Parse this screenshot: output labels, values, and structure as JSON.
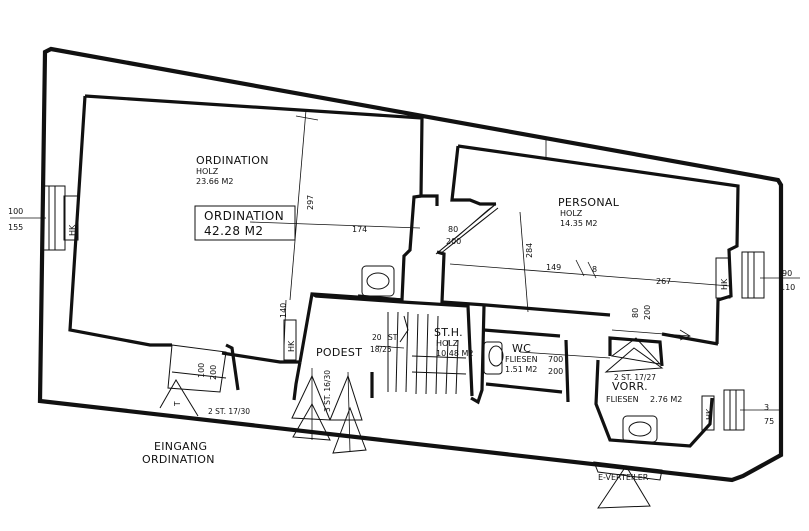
{
  "rooms": {
    "ordination": {
      "name": "ORDINATION",
      "floor": "HOLZ",
      "area": "23.66 M2"
    },
    "ordination_total": {
      "name": "ORDINATION",
      "area": "42.28 M2"
    },
    "personal": {
      "name": "PERSONAL",
      "floor": "HOLZ",
      "area": "14.35 M2"
    },
    "podest": {
      "name": "PODEST"
    },
    "sth": {
      "name": "ST.H.",
      "floor": "HOLZ",
      "area": "10.48 M2"
    },
    "wc": {
      "name": "WC",
      "floor": "FLIESEN",
      "area": "1.51 M2"
    },
    "vorr": {
      "name": "VORR.",
      "floor": "FLIESEN",
      "area": "2.76 M2"
    }
  },
  "labels": {
    "eingang_1": "EINGANG",
    "eingang_2": "ORDINATION",
    "verteiler": "E-VERTEILER",
    "hk": "HK"
  },
  "dimensions": {
    "d297": "297",
    "d174": "174",
    "d140": "140",
    "d80a": "80",
    "d200a": "200",
    "d284": "284",
    "d149": "149",
    "d8": "8",
    "d267": "267",
    "d80b": "80",
    "d200b": "200",
    "d700": "700",
    "d200c": "200",
    "d100a": "100",
    "d155": "155",
    "d90": "90",
    "d110": "110",
    "d3": "3",
    "d75": "75",
    "d100b": "100",
    "d200d": "200",
    "d20": "20",
    "d18_25": "18/25",
    "stairs_entry": "2 ST. 17/30",
    "stairs_entry_t": "T",
    "stairs_podest": "3 ST. 16/30",
    "stairs_vorr": "2 ST. 17/27",
    "stairs_sth": "ST"
  }
}
